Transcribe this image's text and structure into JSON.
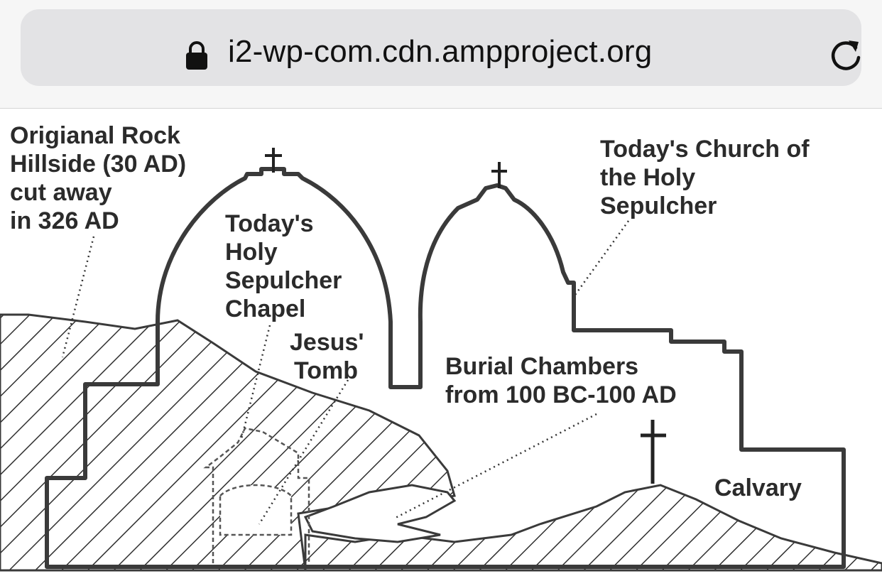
{
  "browser": {
    "url": "i2-wp-com.cdn.ampproject.org",
    "icons": {
      "lock": "lock-icon",
      "reload": "reload-icon"
    }
  },
  "diagram": {
    "labels": {
      "hillside": [
        "Origianal Rock",
        "Hillside (30 AD)",
        "cut away",
        "in 326 AD"
      ],
      "chapel": [
        "Today's",
        "Holy",
        "Sepulcher",
        "Chapel"
      ],
      "tomb": [
        "Jesus'",
        "Tomb"
      ],
      "church": [
        "Today's Church of",
        "the Holy",
        "Sepulcher"
      ],
      "chambers": [
        "Burial Chambers",
        "from 100 BC-100 AD"
      ],
      "calvary": [
        "Calvary"
      ]
    }
  }
}
